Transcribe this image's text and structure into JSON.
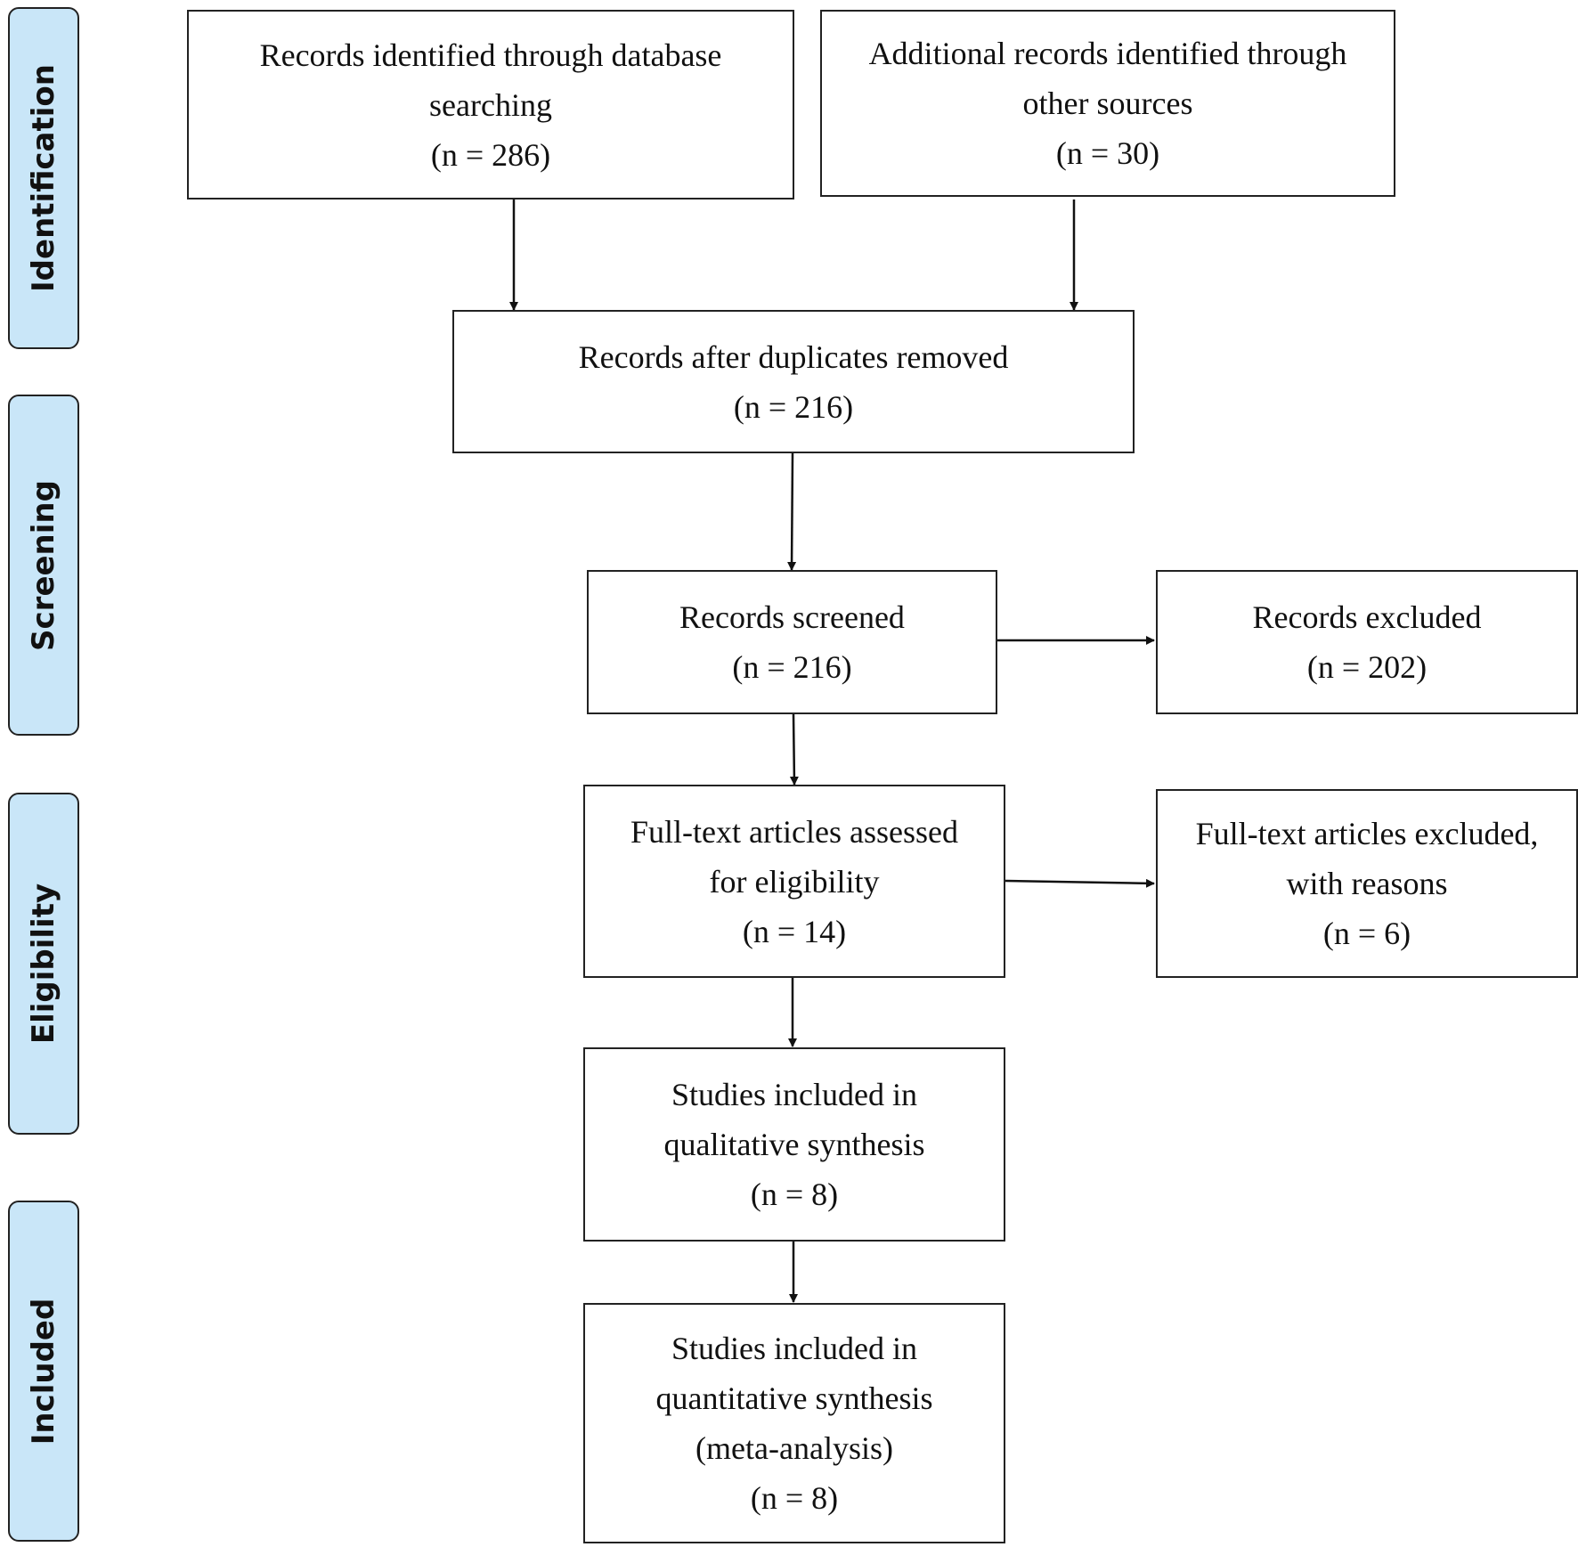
{
  "phases": {
    "identification": "Identification",
    "screening": "Screening",
    "eligibility": "Eligibility",
    "included": "Included"
  },
  "boxes": {
    "database": {
      "lines": [
        "Records identified through database",
        "searching",
        "(n = 286)"
      ]
    },
    "other_sources": {
      "lines": [
        "Additional records identified through",
        "other sources",
        "(n = 30)"
      ]
    },
    "duplicates_removed": {
      "lines": [
        "Records after duplicates removed",
        "(n = 216)"
      ]
    },
    "screened": {
      "lines": [
        "Records screened",
        "(n = 216)"
      ]
    },
    "excluded": {
      "lines": [
        "Records excluded",
        "(n = 202)"
      ]
    },
    "full_text": {
      "lines": [
        "Full-text articles assessed",
        "for eligibility",
        "(n = 14)"
      ]
    },
    "full_text_excluded": {
      "lines": [
        "Full-text articles excluded,",
        "with reasons",
        "(n = 6)"
      ]
    },
    "qualitative": {
      "lines": [
        "Studies included in",
        "qualitative synthesis",
        "(n = 8)"
      ]
    },
    "quantitative": {
      "lines": [
        "Studies included in",
        "quantitative synthesis",
        "(meta-analysis)",
        "(n = 8)"
      ]
    }
  },
  "colors": {
    "phase_fill": "#c9e6f8",
    "stroke": "#222222"
  }
}
